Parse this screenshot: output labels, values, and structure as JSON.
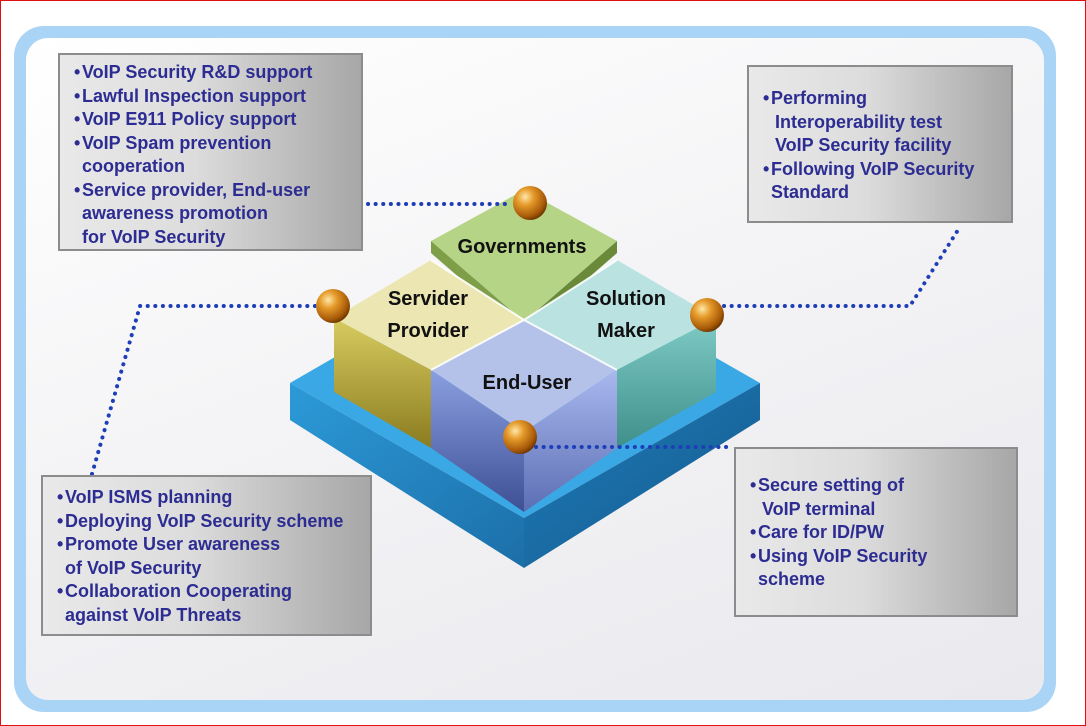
{
  "diagram": {
    "tiles": {
      "governments": {
        "label": "Governments"
      },
      "service_provider": {
        "label_line1": "Servider",
        "label_line2": "Provider"
      },
      "solution_maker": {
        "label_line1": "Solution",
        "label_line2": "Maker"
      },
      "end_user": {
        "label": "End-User"
      }
    },
    "boxes": {
      "governments": {
        "items": [
          "VoIP Security R&D support",
          "Lawful Inspection support",
          "VoIP E911 Policy support",
          "VoIP Spam prevention",
          "cooperation",
          "Service provider, End-user",
          "awareness promotion",
          "for VoIP Security"
        ]
      },
      "solution_maker": {
        "items": [
          "Performing",
          "Interoperability test",
          "VoIP Security facility",
          "Following VoIP Security",
          "Standard"
        ]
      },
      "service_provider": {
        "items": [
          "VoIP ISMS planning",
          "Deploying VoIP Security scheme",
          "Promote User awareness",
          "of VoIP Security",
          "Collaboration Cooperating",
          "against VoIP Threats"
        ]
      },
      "end_user": {
        "items": [
          "Secure setting of",
          "VoIP terminal",
          "Care for ID/PW",
          "Using VoIP Security",
          "scheme"
        ]
      }
    },
    "colors": {
      "frame_border": "#e01010",
      "panel_border": "#a9d4f5",
      "box_text": "#2c2c92",
      "dotted_connector": "#1e3eb8",
      "base_platform": "#3aa8e4",
      "tile_governments": "#b6d486",
      "tile_service_provider": "#ece7b2",
      "tile_solution_maker": "#b9e2e0",
      "tile_end_user": "#b4c2ea",
      "sphere": "#c97a10"
    }
  }
}
